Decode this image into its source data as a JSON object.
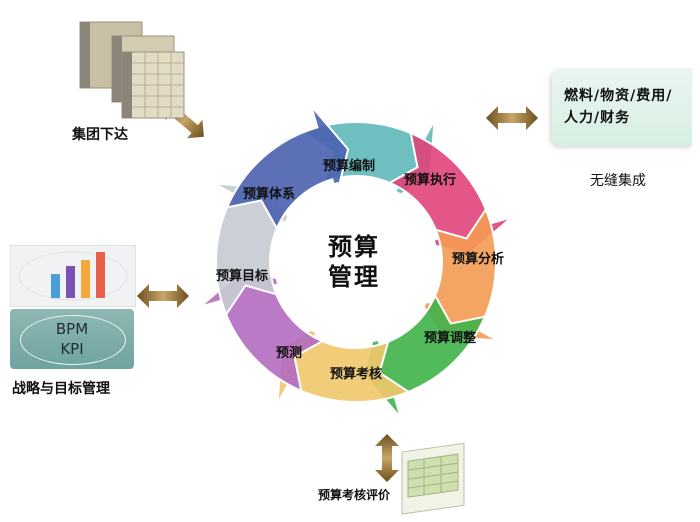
{
  "center": {
    "line1": "预算",
    "line2": "管理"
  },
  "cycle": {
    "segments": [
      {
        "label": "预算编制"
      },
      {
        "label": "预算执行"
      },
      {
        "label": "预算分析"
      },
      {
        "label": "预算调整"
      },
      {
        "label": "预算考核"
      },
      {
        "label": "预测"
      },
      {
        "label": "预算目标"
      },
      {
        "label": "预算体系"
      }
    ]
  },
  "externals": {
    "group": {
      "label": "集团下达"
    },
    "integration": {
      "line1": "燃料/物资/费用/",
      "line2": "人力/财务",
      "caption": "无缝集成"
    },
    "strategy": {
      "bpm": "BPM",
      "kpi": "KPI",
      "caption": "战略与目标管理"
    },
    "evaluation": {
      "caption": "预算考核评价"
    }
  },
  "colors": {
    "segments": [
      "#5fb7b9",
      "#e0447a",
      "#f39a52",
      "#3fb249",
      "#f0c66a",
      "#b26bc0",
      "#c4cbd1",
      "#4a60b0"
    ],
    "arrow": "#a07f3a",
    "bars": [
      "#4b9fd9",
      "#7a52b2",
      "#f2a83a",
      "#e6604a"
    ]
  }
}
